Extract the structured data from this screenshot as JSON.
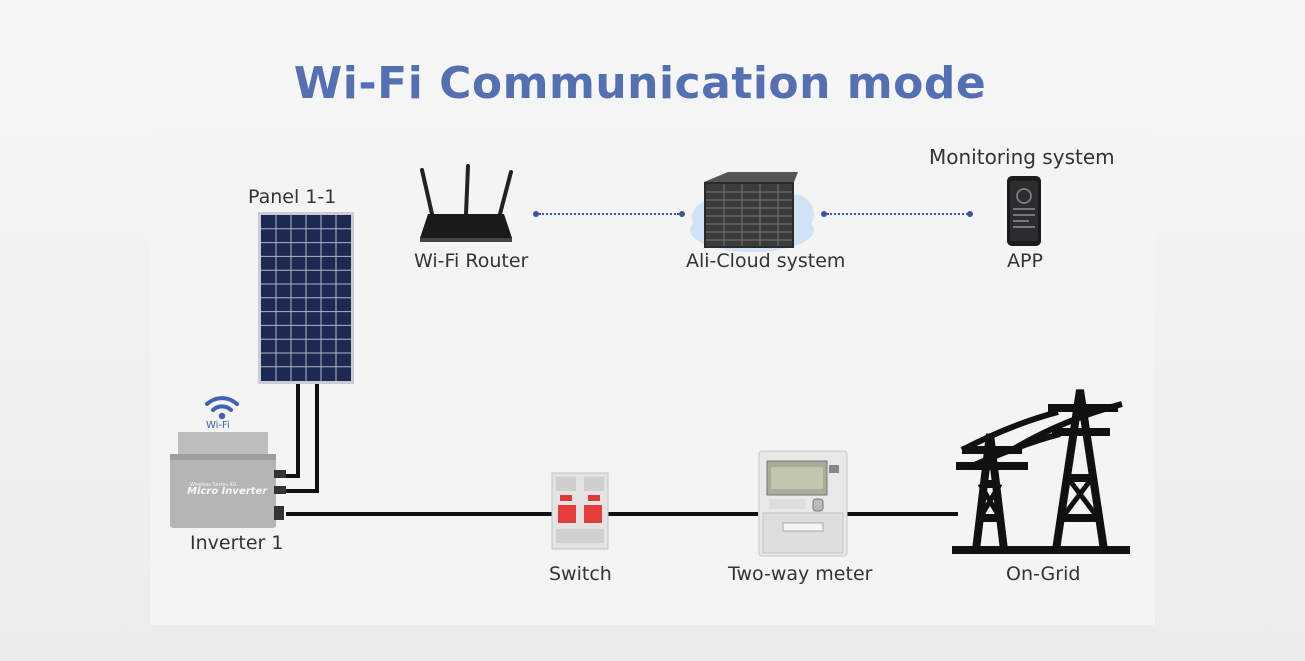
{
  "title": "Wi-Fi Communication mode",
  "labels": {
    "panel": "Panel 1-1",
    "router": "Wi-Fi Router",
    "cloud": "Ali-Cloud system",
    "monitoring": "Monitoring system",
    "app": "APP",
    "inverter": "Inverter 1",
    "wifi_badge": "Wi-Fi",
    "inverter_text": "Micro Inverter",
    "switch": "Switch",
    "meter": "Two-way meter",
    "grid": "On-Grid"
  },
  "colors": {
    "title": "#5470b2",
    "link": "#3a56a0",
    "wire": "#111111",
    "panel_cell": "#1c2a52"
  },
  "icons": [
    "solar-panel-icon",
    "router-icon",
    "cloud-server-icon",
    "phone-icon",
    "wifi-icon",
    "inverter-icon",
    "breaker-icon",
    "meter-icon",
    "pylon-icon"
  ]
}
